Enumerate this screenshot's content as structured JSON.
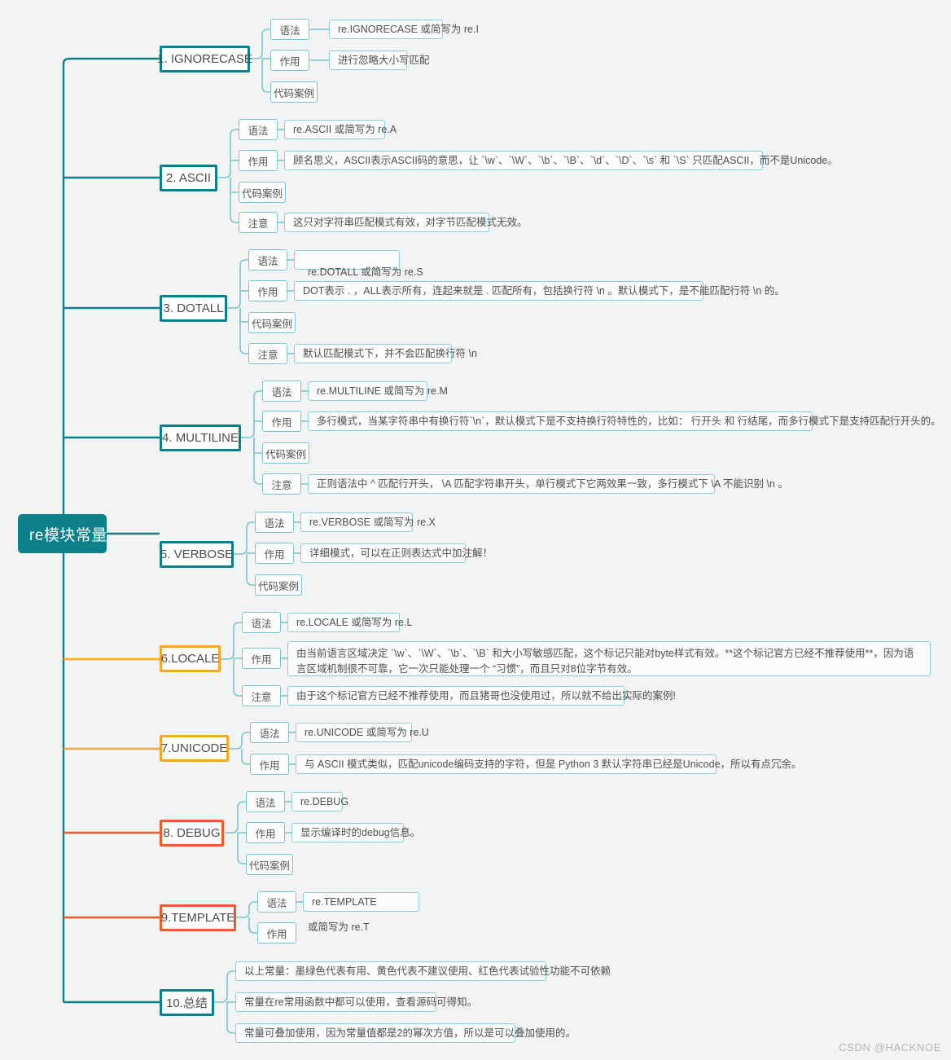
{
  "meta": {
    "background": "#f2f3f3",
    "teal": "#0d7f88",
    "amber": "#f6a724",
    "red": "#ef5a26",
    "branch_line": "#8ecdd3",
    "watermark": "CSDN @HACKNOE"
  },
  "root": {
    "label": "re模块常量"
  },
  "labels": {
    "syntax": "语法",
    "effect": "作用",
    "code_example": "代码案例",
    "note": "注意"
  },
  "branches": [
    {
      "id": "ignorecase",
      "title": "1. IGNORECASE",
      "color": "teal",
      "children": [
        {
          "label": "语法",
          "detail": "re.IGNORECASE 或简写为 re.I"
        },
        {
          "label": "作用",
          "detail": "进行忽略大小写匹配"
        },
        {
          "label": "代码案例",
          "detail": ""
        }
      ]
    },
    {
      "id": "ascii",
      "title": "2. ASCII",
      "color": "teal",
      "children": [
        {
          "label": "语法",
          "detail": "re.ASCII 或简写为 re.A"
        },
        {
          "label": "作用",
          "detail": "顾名思义，ASCII表示ASCII码的意思，让 `\\w`、`\\W`、`\\b`、`\\B`、`\\d`、`\\D`、`\\s` 和 `\\S` 只匹配ASCII，而不是Unicode。"
        },
        {
          "label": "代码案例",
          "detail": ""
        },
        {
          "label": "注意",
          "detail": "这只对字符串匹配模式有效，对字节匹配模式无效。"
        }
      ]
    },
    {
      "id": "dotall",
      "title": "3. DOTALL",
      "color": "teal",
      "children": [
        {
          "label": "语法",
          "detail": "re.DOTALL 或简写为 re.S"
        },
        {
          "label": "作用",
          "detail": "DOT表示 . ，ALL表示所有，连起来就是 . 匹配所有，包括换行符 \\n 。默认模式下，是不能匹配行符 \\n 的。"
        },
        {
          "label": "代码案例",
          "detail": ""
        },
        {
          "label": "注意",
          "detail": "默认匹配模式下，并不会匹配换行符 \\n"
        }
      ]
    },
    {
      "id": "multiline",
      "title": "4. MULTILINE",
      "color": "teal",
      "children": [
        {
          "label": "语法",
          "detail": "re.MULTILINE 或简写为 re.M"
        },
        {
          "label": "作用",
          "detail": "多行模式，当某字符串中有换行符`\\n`，默认模式下是不支持换行符特性的，比如： 行开头 和 行结尾，而多行模式下是支持匹配行开头的。"
        },
        {
          "label": "代码案例",
          "detail": ""
        },
        {
          "label": "注意",
          "detail": "正则语法中 ^ 匹配行开头，  \\A 匹配字符串开头，单行模式下它两效果一致，多行模式下 \\A 不能识别 \\n 。"
        }
      ]
    },
    {
      "id": "verbose",
      "title": "5. VERBOSE",
      "color": "teal",
      "children": [
        {
          "label": "语法",
          "detail": "re.VERBOSE 或简写为 re.X"
        },
        {
          "label": "作用",
          "detail": "详细模式，可以在正则表达式中加注解！"
        },
        {
          "label": "代码案例",
          "detail": ""
        }
      ]
    },
    {
      "id": "locale",
      "title": "6.LOCALE",
      "color": "amber",
      "children": [
        {
          "label": "语法",
          "detail": "re.LOCALE 或简写为 re.L"
        },
        {
          "label": "作用",
          "detail": "由当前语言区域决定 `\\w`、`\\W`、`\\b`、`\\B` 和大小写敏感匹配，这个标记只能对byte样式有效。**这个标记官方已经不推荐使用**，因为语言区域机制很不可靠，它一次只能处理一个 “习惯”，而且只对8位字节有效。"
        },
        {
          "label": "注意",
          "detail": "由于这个标记官方已经不推荐使用，而且猪哥也没使用过，所以就不给出实际的案例!"
        }
      ]
    },
    {
      "id": "unicode",
      "title": "7.UNICODE",
      "color": "amber",
      "children": [
        {
          "label": "语法",
          "detail": "re.UNICODE 或简写为 re.U"
        },
        {
          "label": "作用",
          "detail": "与 ASCII 模式类似，匹配unicode编码支持的字符，但是 Python 3 默认字符串已经是Unicode，所以有点冗余。"
        }
      ]
    },
    {
      "id": "debug",
      "title": "8. DEBUG",
      "color": "red",
      "children": [
        {
          "label": "语法",
          "detail": "re.DEBUG"
        },
        {
          "label": "作用",
          "detail": "显示编译时的debug信息。"
        },
        {
          "label": "代码案例",
          "detail": ""
        }
      ]
    },
    {
      "id": "template",
      "title": "9.TEMPLATE",
      "color": "red",
      "children": [
        {
          "label": "语法",
          "detail": "re.TEMPLATE"
        },
        {
          "label": "作用",
          "detail": ""
        }
      ],
      "floating_text": "或简写为 re.T"
    },
    {
      "id": "summary",
      "title": "10.总结",
      "color": "teal",
      "leaves": [
        "以上常量：墨绿色代表有用、黄色代表不建议使用、红色代表试验性功能不可依赖",
        "常量在re常用函数中都可以使用，查看源码可得知。",
        "常量可叠加使用，因为常量值都是2的幂次方值，所以是可以叠加使用的。"
      ]
    }
  ]
}
